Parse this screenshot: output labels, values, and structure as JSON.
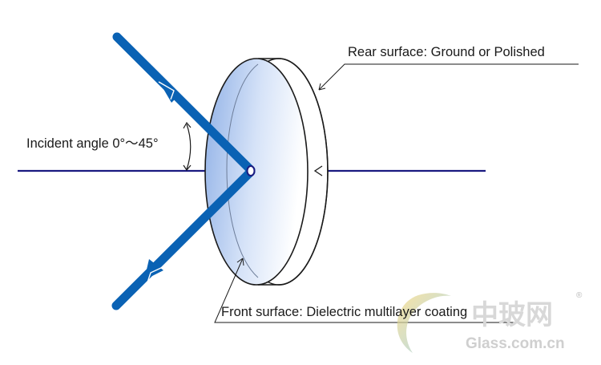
{
  "labels": {
    "rear_surface": "Rear surface: Ground or Polished",
    "incident_angle": "Incident angle 0°～45°",
    "front_surface": "Front surface: Dielectric multilayer coating"
  },
  "watermark": {
    "cn_text": "中玻网",
    "en_text": "Glass.com.cn",
    "registered": "®"
  },
  "colors": {
    "beam": "#0a62b4",
    "axis": "#1a1a80",
    "outline": "#1a1a1a",
    "lens_tint": "#9cbcec"
  }
}
